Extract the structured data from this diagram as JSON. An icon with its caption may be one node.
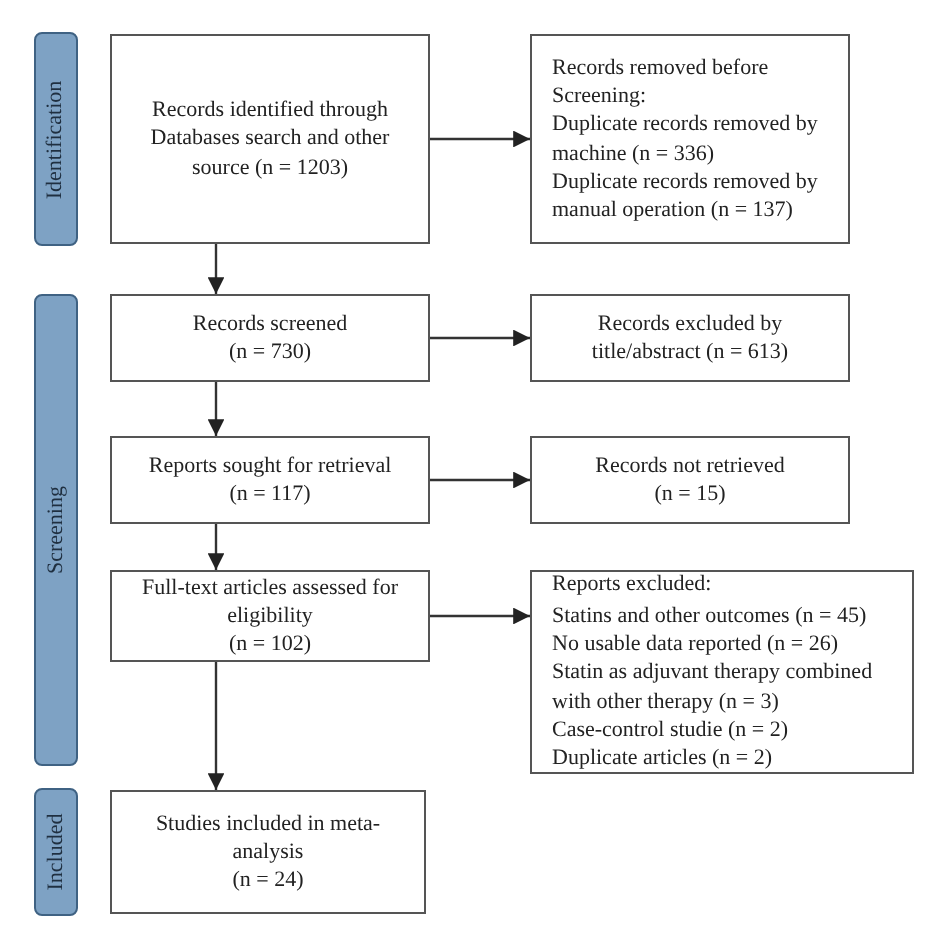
{
  "diagram": {
    "nodes": [
      {
        "text": [
          "Identification"
        ]
      },
      {
        "text": [
          "Screening"
        ]
      },
      {
        "text": [
          "Included"
        ]
      },
      {
        "text": [
          "Records identified through Databases search and other source (n = 1203)"
        ]
      },
      {
        "text": [
          "Records removed before Screening:",
          "Duplicate records removed by machine (n = 336)",
          "Duplicate records removed by manual operation (n = 137)"
        ]
      },
      {
        "text": [
          "Records screened",
          "(n = 730)"
        ]
      },
      {
        "text": [
          "Records excluded by title/abstract (n = 613)"
        ]
      },
      {
        "text": [
          "Reports sought for retrieval",
          "(n = 117)"
        ]
      },
      {
        "text": [
          "Records not retrieved",
          "(n = 15)"
        ]
      },
      {
        "text": [
          "Full-text articles assessed for eligibility",
          "(n = 102)"
        ]
      },
      {
        "text": [
          "Reports excluded:",
          "Statins and other outcomes (n = 45)",
          "No usable data reported (n = 26)",
          "Statin as adjuvant therapy combined with other therapy (n = 3)",
          "Case-control studie (n = 2)",
          "Duplicate articles (n = 2)"
        ]
      },
      {
        "text": [
          "Studies included in meta-analysis",
          "(n = 24)"
        ]
      }
    ],
    "edges": [
      {
        "from": 3,
        "to": 4,
        "arrow": "to"
      },
      {
        "from": 3,
        "to": 5,
        "arrow": "to"
      },
      {
        "from": 5,
        "to": 6,
        "arrow": "to"
      },
      {
        "from": 5,
        "to": 7,
        "arrow": "to"
      },
      {
        "from": 7,
        "to": 8,
        "arrow": "to"
      },
      {
        "from": 7,
        "to": 9,
        "arrow": "to"
      },
      {
        "from": 9,
        "to": 10,
        "arrow": "to"
      },
      {
        "from": 9,
        "to": 11,
        "arrow": "to"
      }
    ]
  }
}
